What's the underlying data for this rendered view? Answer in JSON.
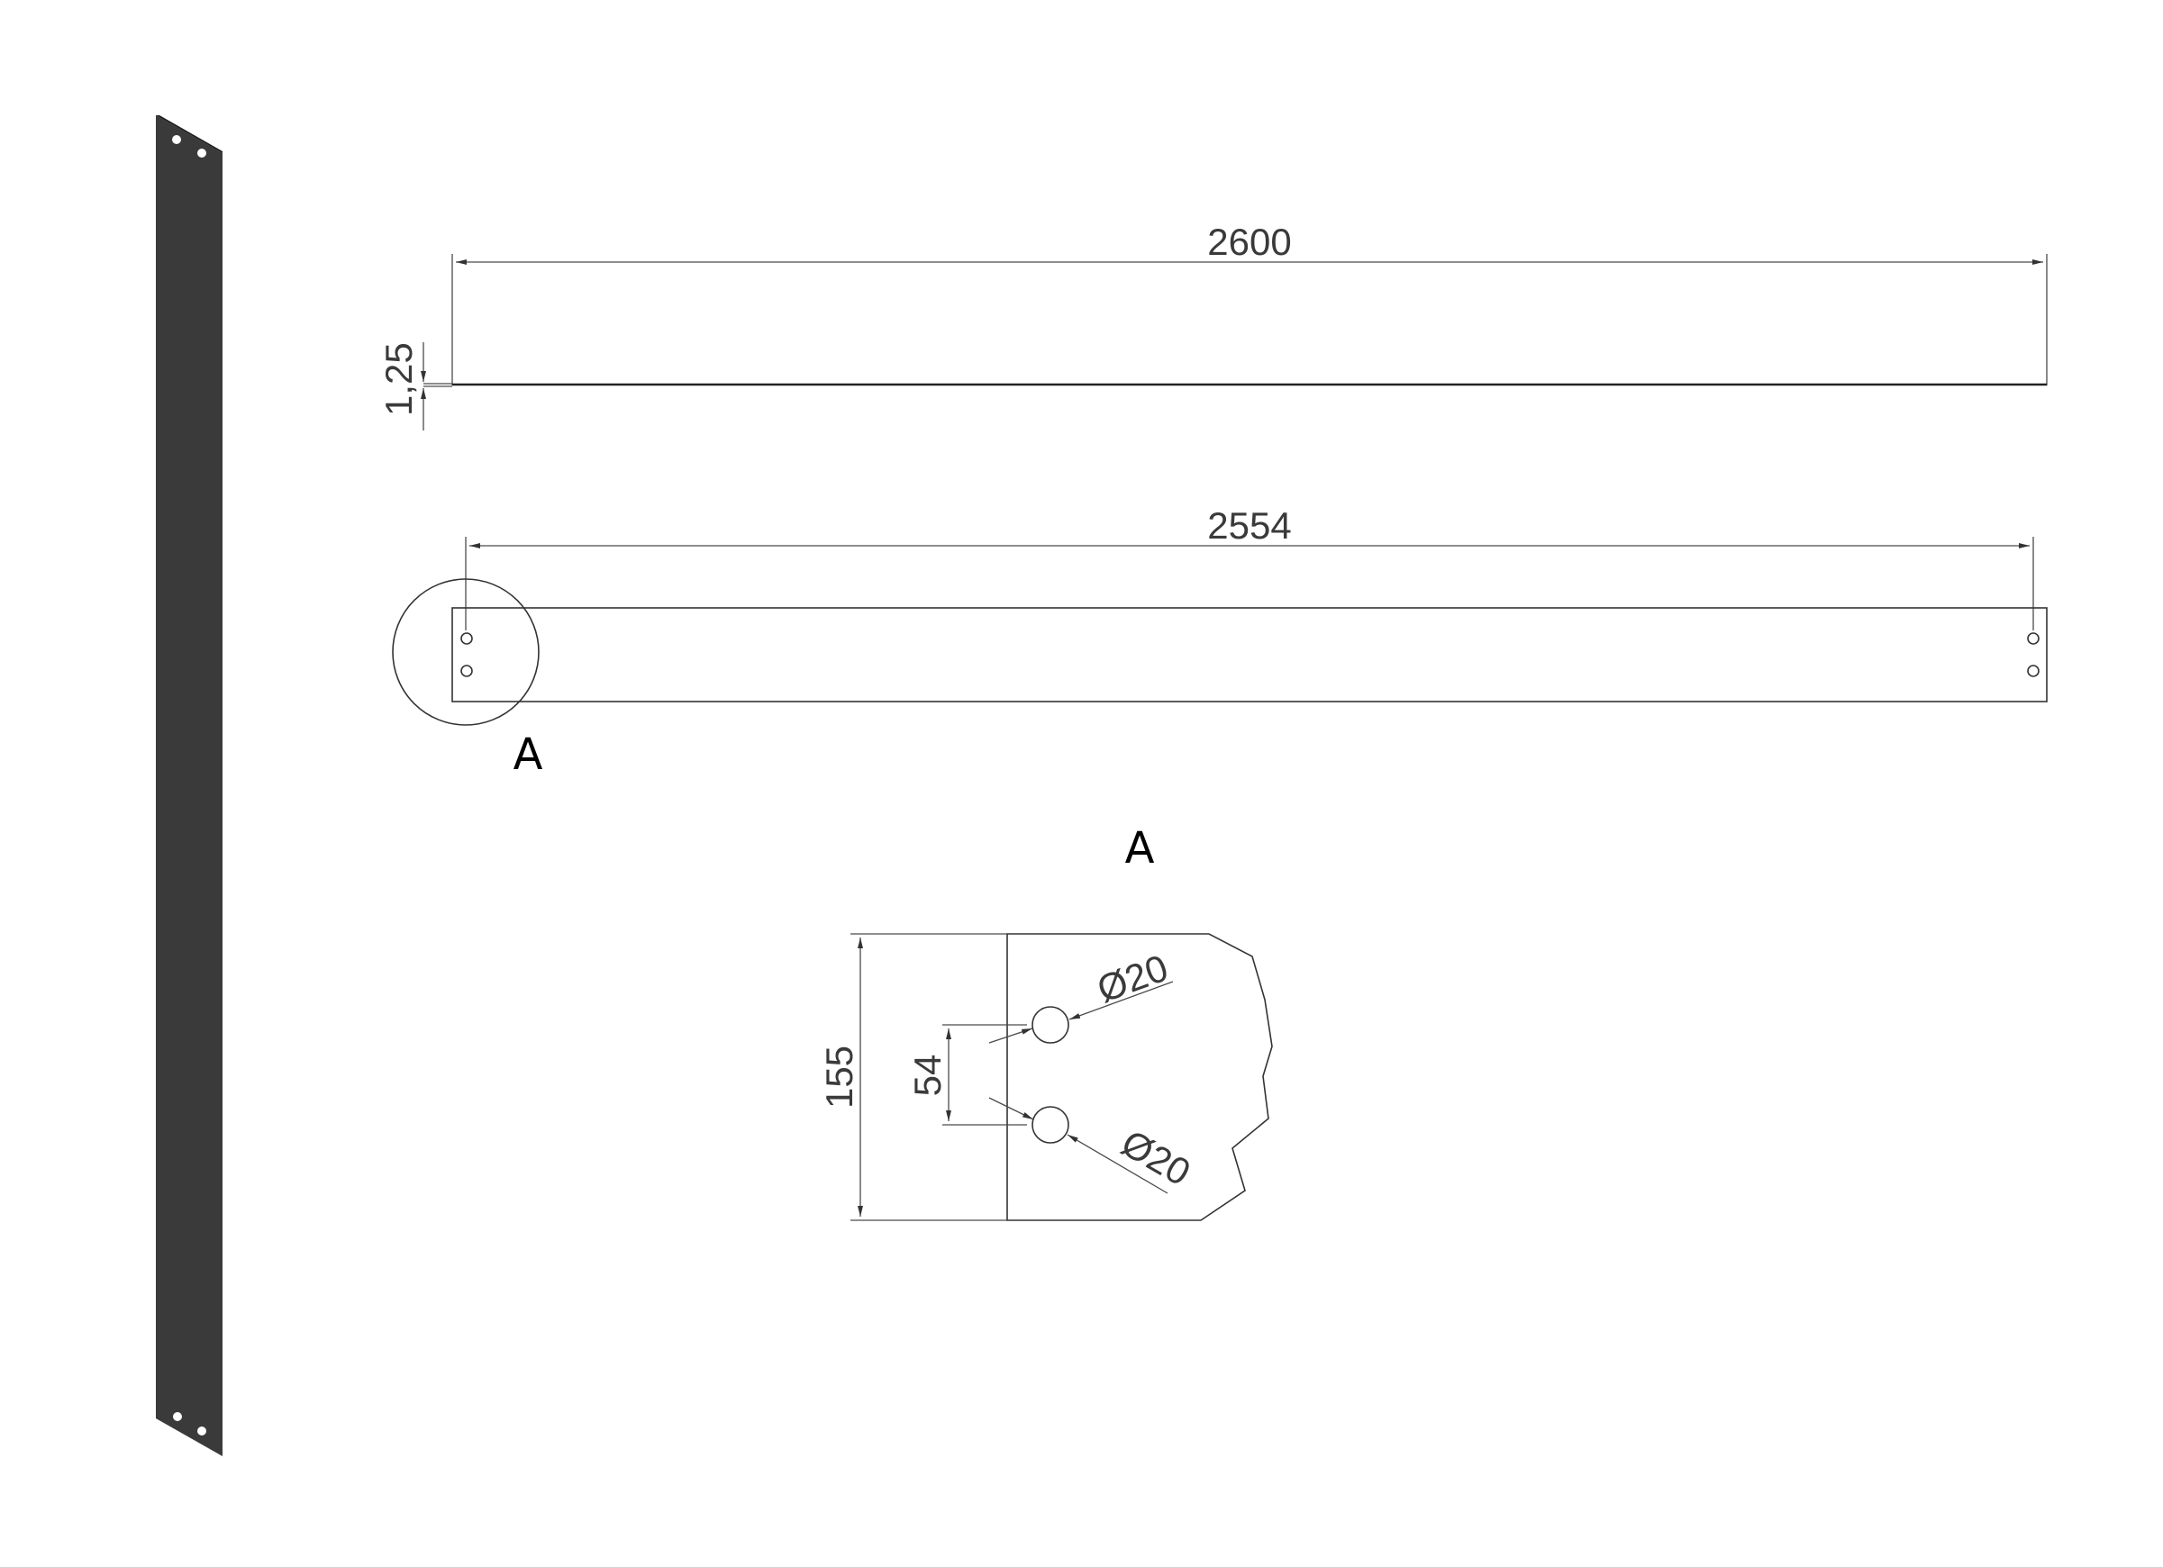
{
  "colors": {
    "bar_fill": "#3a3a3a",
    "line": "#333333",
    "background": "#ffffff"
  },
  "dimensions": {
    "overall_length": "2600",
    "thickness": "1,25",
    "hole_spacing_length": "2554",
    "width": "155",
    "hole_pitch": "54",
    "hole_diameter_top": "Ø20",
    "hole_diameter_bottom": "Ø20"
  },
  "labels": {
    "detail_marker": "A",
    "detail_title": "A"
  }
}
